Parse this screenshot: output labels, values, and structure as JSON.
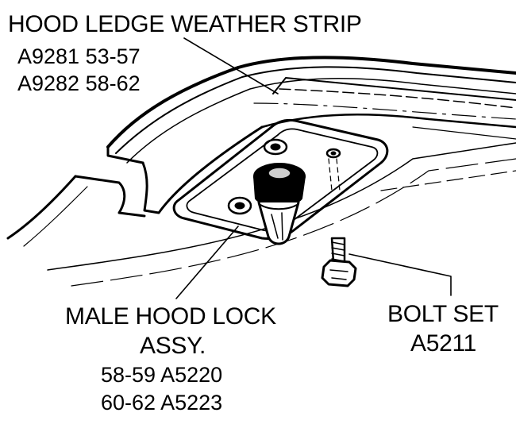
{
  "labels": {
    "weather_strip": {
      "title": "HOOD LEDGE WEATHER STRIP",
      "line1": "A9281 53-57",
      "line2": "A9282 58-62"
    },
    "hood_lock": {
      "title1": "MALE HOOD LOCK",
      "title2": "ASSY.",
      "line1": "58-59  A5220",
      "line2": "60-62  A5223"
    },
    "bolt_set": {
      "title": "BOLT SET",
      "part": "A5211"
    }
  },
  "colors": {
    "ink": "#000000",
    "paper": "#ffffff",
    "shade": "#cfcfcf"
  }
}
